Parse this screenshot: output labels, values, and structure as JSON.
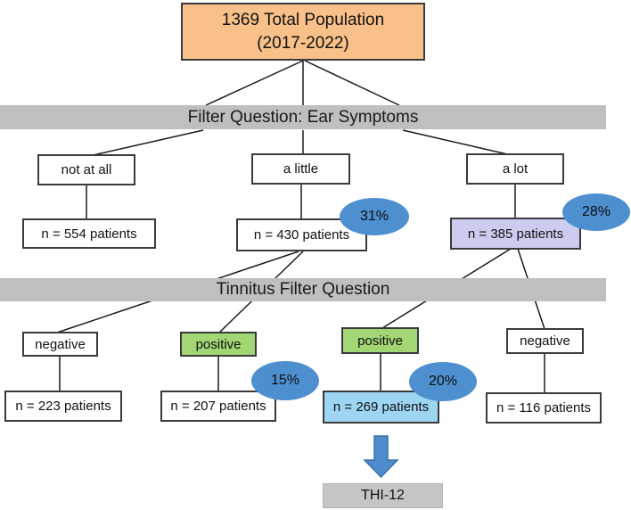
{
  "diagram": {
    "root": {
      "line1": "1369 Total Population",
      "line2": "(2017-2022)"
    },
    "filter1": {
      "label": "Filter Question: Ear Symptoms"
    },
    "level1": [
      {
        "label": "not at all"
      },
      {
        "label": "a little"
      },
      {
        "label": "a lot"
      }
    ],
    "level1_counts": [
      {
        "label": "n = 554 patients"
      },
      {
        "label": "n = 430 patients",
        "pct": "31%"
      },
      {
        "label": "n = 385 patients",
        "pct": "28%"
      }
    ],
    "filter2": {
      "label": "Tinnitus Filter Question"
    },
    "level2": [
      {
        "label": "negative"
      },
      {
        "label": "positive"
      },
      {
        "label": "positive"
      },
      {
        "label": "negative"
      }
    ],
    "level2_counts": [
      {
        "label": "n = 223 patients"
      },
      {
        "label": "n = 207 patients",
        "pct": "15%"
      },
      {
        "label": "n = 269 patients",
        "pct": "20%"
      },
      {
        "label": "n = 116 patients"
      }
    ],
    "outcome": {
      "label": "THI-12"
    },
    "colors": {
      "root_fill": "#F9C189",
      "filter_bar_fill": "#BFBFBF",
      "highlight_lavender": "#CCCCF0",
      "highlight_green": "#A2D573",
      "highlight_light_blue": "#9DD5F2",
      "percent_ellipse_blue": "#4E8FD0",
      "arrow_blue": "#4E8CCB",
      "outcome_fill": "#C5C5C5"
    }
  }
}
